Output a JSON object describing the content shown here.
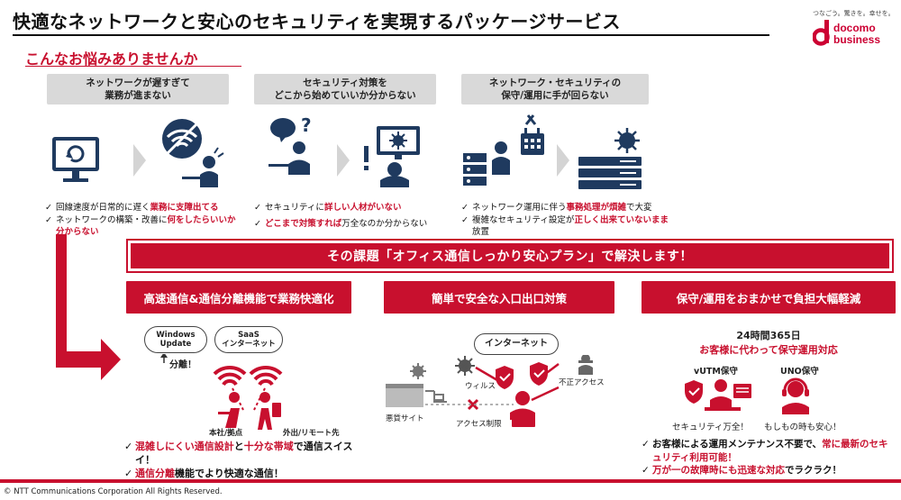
{
  "header": {
    "title": "快適なネットワークと安心のセキュリティを実現するパッケージサービス",
    "tagline": "つなごう。驚きを。幸せを。",
    "logo_line1": "docomo",
    "logo_line2": "business"
  },
  "worries": {
    "heading": "こんなお悩みありませんか",
    "items": [
      {
        "line1": "ネットワークが遅すぎて",
        "line2": "業務が進まない"
      },
      {
        "line1": "セキュリティ対策を",
        "line2": "どこから始めていいか分からない"
      },
      {
        "line1": "ネットワーク・セキュリティの",
        "line2": "保守/運用に手が回らない"
      }
    ],
    "bullets1": [
      {
        "pre": "回線速度が日常的に遅く",
        "hl": "業務に支障出てる",
        "post": ""
      },
      {
        "pre": "ネットワークの構築・改善に",
        "hl": "何をしたらいいか分からない",
        "post": ""
      }
    ],
    "bullets2": [
      {
        "pre": "セキュリティに",
        "hl": "詳しい人材がいない",
        "post": ""
      },
      {
        "pre": "",
        "hl": "どこまで対策すれば",
        "post": "万全なのか分からない"
      }
    ],
    "bullets3": [
      {
        "pre": "ネットワーク運用に伴う",
        "hl": "事務処理が煩雑",
        "post": "で大変"
      },
      {
        "pre": "複雑なセキュリティ設定が",
        "hl": "正しく出来ていないまま",
        "post": "放置"
      }
    ]
  },
  "banner": {
    "text": "その課題「オフィス通信しっかり安心プラン」で解決します！"
  },
  "solutions": {
    "s1": {
      "title": "高速通信&通信分離機能で業務快適化",
      "cloud1_l1": "Windows",
      "cloud1_l2": "Update",
      "cloud2_l1": "SaaS",
      "cloud2_l2": "インターネット",
      "separate": "分離！",
      "office": "本社/拠点",
      "remote": "外出/リモート先",
      "b1_hl1": "混雑しにくい通信設計",
      "b1_mid": "と",
      "b1_hl2": "十分な帯域",
      "b1_post": "で通信スイスイ！",
      "b2_hl": "通信分離",
      "b2_post": "機能でより快適な通信！"
    },
    "s2": {
      "title": "簡単で安全な入口出口対策",
      "internet": "インターネット",
      "virus": "ウィルス",
      "unauthorized": "不正アクセス",
      "malicious": "悪質サイト",
      "block": "アクセス制限"
    },
    "s3": {
      "title": "保守/運用をおまかせで負担大幅軽減",
      "line1": "24時間365日",
      "line2": "お客様に代わって保守運用対応",
      "vutm": "vUTM保守",
      "uno": "UNO保守",
      "caption1": "セキュリティ万全！",
      "caption2": "もしもの時も安心！",
      "b1_pre": "お客様による運用メンテナンス不要で、",
      "b1_hl": "常に最新のセキュリティ利用可能！",
      "b2_hl": "万が一の故障時にも迅速な対応",
      "b2_post": "でラクラク！"
    }
  },
  "footer": {
    "copyright": "© NTT Communications Corporation All Rights Reserved."
  },
  "colors": {
    "accent": "#c8102e",
    "navy": "#1f3a5f",
    "grey": "#d9d9d9"
  }
}
